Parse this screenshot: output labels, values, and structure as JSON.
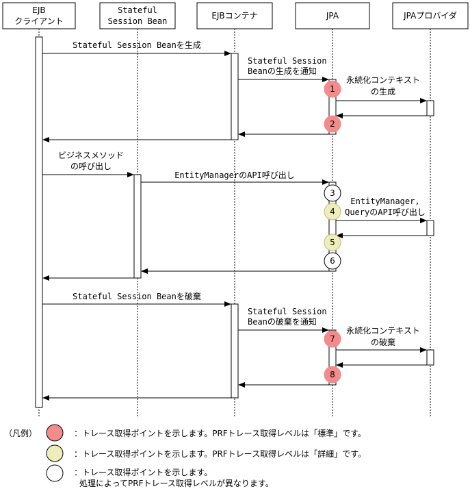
{
  "participants": [
    {
      "line1": "EJB",
      "line2": "クライアント"
    },
    {
      "line1": "Stateful",
      "line2": "Session Bean"
    },
    {
      "line1": "EJBコンテナ",
      "line2": ""
    },
    {
      "line1": "JPA",
      "line2": ""
    },
    {
      "line1": "JPAプロバイダ",
      "line2": ""
    }
  ],
  "messages": {
    "m1": "Stateful Session Beanを生成",
    "m2a": "Stateful Session",
    "m2b": "Beanの生成を通知",
    "m3a": "永続化コンテキスト",
    "m3b": "の生成",
    "m4a": "ビジネスメソッド",
    "m4b": "の呼び出し",
    "m5": "EntityManagerのAPI呼び出し",
    "m6a": "EntityManager,",
    "m6b": "QueryのAPI呼び出し",
    "m7": "Stateful Session Beanを破棄",
    "m8a": "Stateful Session",
    "m8b": "Beanの破棄を通知",
    "m9a": "永続化コンテキスト",
    "m9b": "の破棄"
  },
  "points": [
    {
      "label": "1",
      "level": "standard"
    },
    {
      "label": "2",
      "level": "standard"
    },
    {
      "label": "3",
      "level": "varies"
    },
    {
      "label": "4",
      "level": "detail"
    },
    {
      "label": "5",
      "level": "detail"
    },
    {
      "label": "6",
      "level": "varies"
    },
    {
      "label": "7",
      "level": "standard"
    },
    {
      "label": "8",
      "level": "standard"
    }
  ],
  "colors": {
    "standard": "#f28b8b",
    "detail": "#eeeebb",
    "varies": "#ffffff"
  },
  "legend": {
    "title": "（凡例）",
    "standard": "：トレース取得ポイントを示します。PRFトレース取得レベルは「標準」です。",
    "detail": "：トレース取得ポイントを示します。PRFトレース取得レベルは「詳細」です。",
    "varies1": "：トレース取得ポイントを示します。",
    "varies2": "処理によってPRFトレース取得レベルが異なります。"
  }
}
